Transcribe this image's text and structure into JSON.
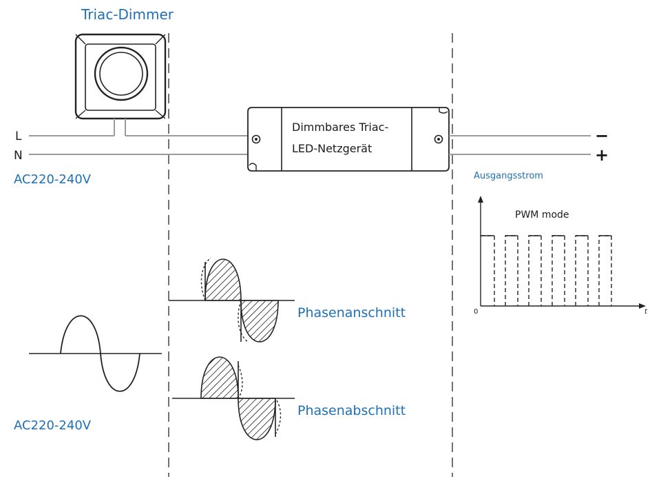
{
  "labels": {
    "dimmer_title": "Triac-Dimmer",
    "line_L": "L",
    "line_N": "N",
    "ac_input_top": "AC220-240V",
    "ac_input_bottom": "AC220-240V",
    "driver_line1": "Dimmbares Triac-",
    "driver_line2": "LED-Netzgerät",
    "output_minus": "−",
    "output_plus": "+",
    "output_current": "Ausgangsstrom",
    "pwm_mode": "PWM mode",
    "pwm_origin": "0",
    "pwm_time": "t",
    "phase_cut_leading": "Phasenanschnitt",
    "phase_cut_trailing": "Phasenabschnitt"
  },
  "colors": {
    "accent_blue": "#1f6fb5",
    "line_dark": "#1a1a1a",
    "wire_gray": "#9a9a9a"
  }
}
